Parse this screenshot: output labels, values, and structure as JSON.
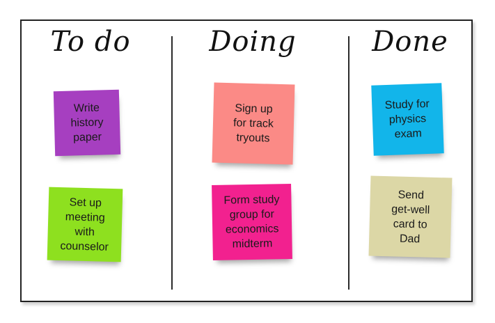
{
  "board": {
    "columns": [
      {
        "title": "To do"
      },
      {
        "title": "Doing"
      },
      {
        "title": "Done"
      }
    ],
    "notes": [
      {
        "column": "To do",
        "lines": [
          "Write",
          "history",
          "paper"
        ],
        "color": "#a63fc0"
      },
      {
        "column": "To do",
        "lines": [
          "Set up",
          "meeting",
          "with",
          "counselor"
        ],
        "color": "#8ee01f"
      },
      {
        "column": "Doing",
        "lines": [
          "Sign up",
          "for track",
          "tryouts"
        ],
        "color": "#fb8a86"
      },
      {
        "column": "Doing",
        "lines": [
          "Form study",
          "group for",
          "economics",
          "midterm"
        ],
        "color": "#f2218f"
      },
      {
        "column": "Done",
        "lines": [
          "Study for",
          "physics",
          "exam"
        ],
        "color": "#12b5ea"
      },
      {
        "column": "Done",
        "lines": [
          "Send",
          "get-well",
          "card to",
          "Dad"
        ],
        "color": "#dcd7a6"
      }
    ]
  }
}
